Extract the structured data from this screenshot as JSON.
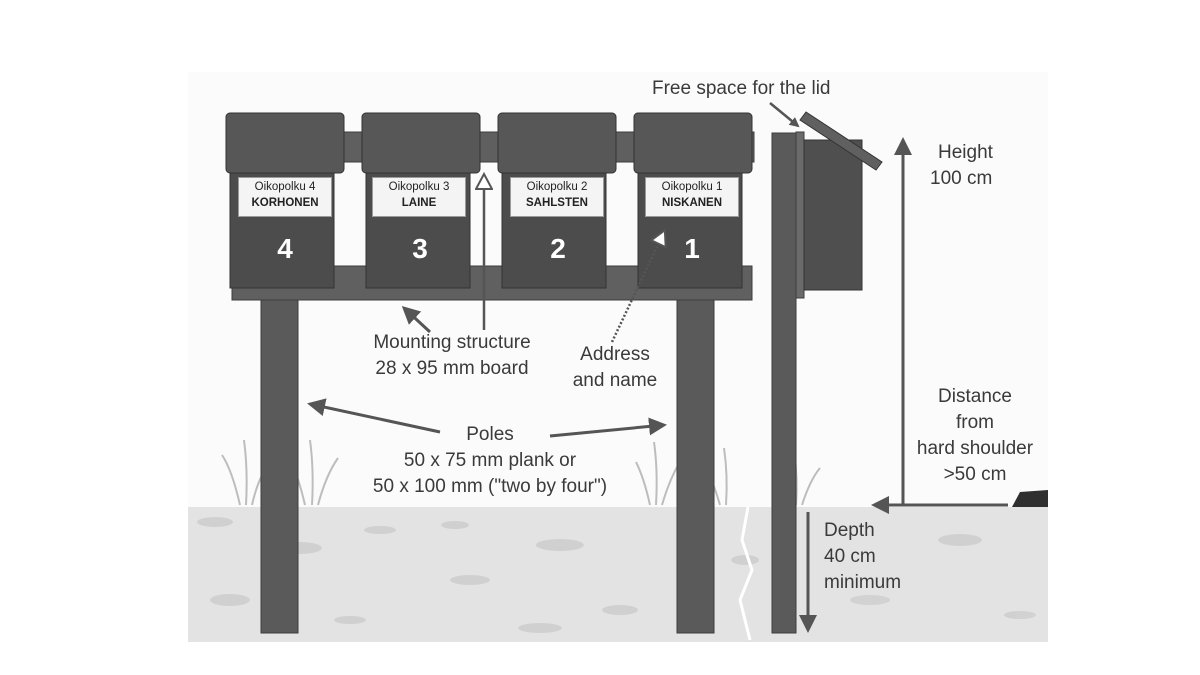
{
  "mailboxes": [
    {
      "address": "Oikopolku 4",
      "name": "KORHONEN",
      "number": "4"
    },
    {
      "address": "Oikopolku 3",
      "name": "LAINE",
      "number": "3"
    },
    {
      "address": "Oikopolku 2",
      "name": "SAHLSTEN",
      "number": "2"
    },
    {
      "address": "Oikopolku 1",
      "name": "NISKANEN",
      "number": "1"
    }
  ],
  "labels": {
    "lid_space": "Free space for the lid",
    "height_line1": "Height",
    "height_line2": "100 cm",
    "mounting_line1": "Mounting structure",
    "mounting_line2": "28 x 95 mm board",
    "address_line1": "Address",
    "address_line2": "and name",
    "poles_line1": "Poles",
    "poles_line2": "50 x 75 mm plank or",
    "poles_line3": "50 x 100 mm (\"two by four\")",
    "distance_line1": "Distance",
    "distance_line2": "from",
    "distance_line3": "hard shoulder",
    "distance_line4": ">50 cm",
    "depth_line1": "Depth",
    "depth_line2": "40 cm",
    "depth_line3": "minimum"
  },
  "colors": {
    "box": "#4f4f4f",
    "box_top": "#5c5c5c",
    "wood": "#5e5e5e",
    "ground": "#e2e2e2",
    "arrow": "#555555"
  }
}
